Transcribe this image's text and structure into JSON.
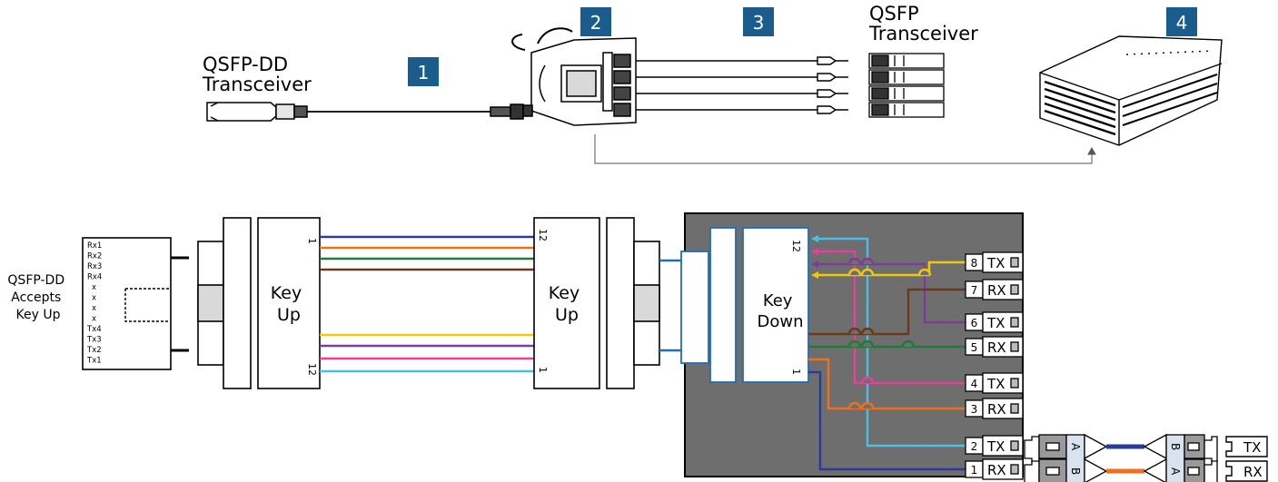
{
  "top": {
    "steps": [
      "1",
      "2",
      "3",
      "4"
    ],
    "qsfpdd_label": [
      "QSFP-DD",
      "Transceiver"
    ],
    "qsfp_label": [
      "QSFP",
      "Transceiver"
    ]
  },
  "diagram": {
    "qsfpdd_note": [
      "QSFP-DD",
      "Accepts",
      "Key Up"
    ],
    "module_lanes": [
      "Rx1",
      "Rx2",
      "Rx3",
      "Rx4",
      "x",
      "x",
      "x",
      "x",
      "Tx4",
      "Tx3",
      "Tx2",
      "Tx1"
    ],
    "connector_left": [
      "Key",
      "Up"
    ],
    "connector_mid": [
      "Key",
      "Up"
    ],
    "connector_right": [
      "Key",
      "Down"
    ],
    "pin_1": "1",
    "pin_12": "12",
    "ports": [
      {
        "num": "8",
        "type": "TX"
      },
      {
        "num": "7",
        "type": "RX"
      },
      {
        "num": "6",
        "type": "TX"
      },
      {
        "num": "5",
        "type": "RX"
      },
      {
        "num": "4",
        "type": "TX"
      },
      {
        "num": "3",
        "type": "RX"
      },
      {
        "num": "2",
        "type": "TX"
      },
      {
        "num": "1",
        "type": "RX"
      }
    ],
    "duplex_left": [
      "A",
      "B"
    ],
    "duplex_right": [
      "B",
      "A"
    ],
    "end_ports": [
      "TX",
      "RX"
    ]
  },
  "colors": {
    "step_badge": "#1a5c8c",
    "dark_panel": "#6e6e6e",
    "connector_blue": "#1f6eb5",
    "fiber_blue": "#2b3b9c",
    "fiber_orange": "#f0701e",
    "fiber_green": "#1f7a3a",
    "fiber_brown": "#6b3a1a",
    "fiber_yellow": "#f2c80f",
    "fiber_violet": "#7b3c9a",
    "fiber_rose": "#e8409a",
    "fiber_aqua": "#4bbfe8"
  }
}
